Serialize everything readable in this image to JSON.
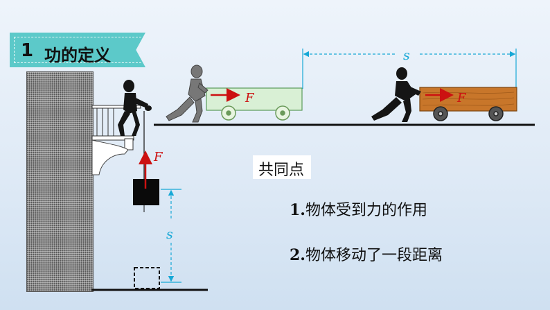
{
  "title": {
    "number": "1",
    "text": "功的定义"
  },
  "labels": {
    "force": "F",
    "distance": "s"
  },
  "common": {
    "heading": "共同点",
    "points": [
      {
        "num": "1.",
        "text": "物体受到力的作用"
      },
      {
        "num": "2.",
        "text": "物体移动了一段距离"
      }
    ]
  },
  "colors": {
    "banner": "#5cc9c9",
    "force_arrow": "#cc1111",
    "distance_marker": "#17a8d6",
    "light_cart": "#d9f0d5",
    "wood_cart": "#c8762a"
  }
}
